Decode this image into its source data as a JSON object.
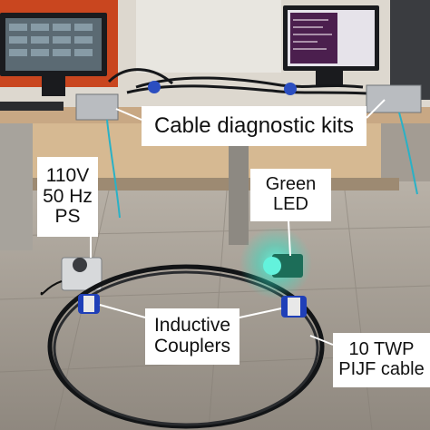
{
  "labels": {
    "diagnostic_kits": "Cable diagnostic kits",
    "power_supply": "110V\n50 Hz\nPS",
    "green_led": "Green\nLED",
    "inductive_couplers": "Inductive\nCouplers",
    "cable": "10 TWP\nPIJF cable"
  },
  "colors": {
    "led_glow": "#2ee6c8",
    "coupler_blue": "#1f3fb8",
    "cable_black": "#121416"
  }
}
